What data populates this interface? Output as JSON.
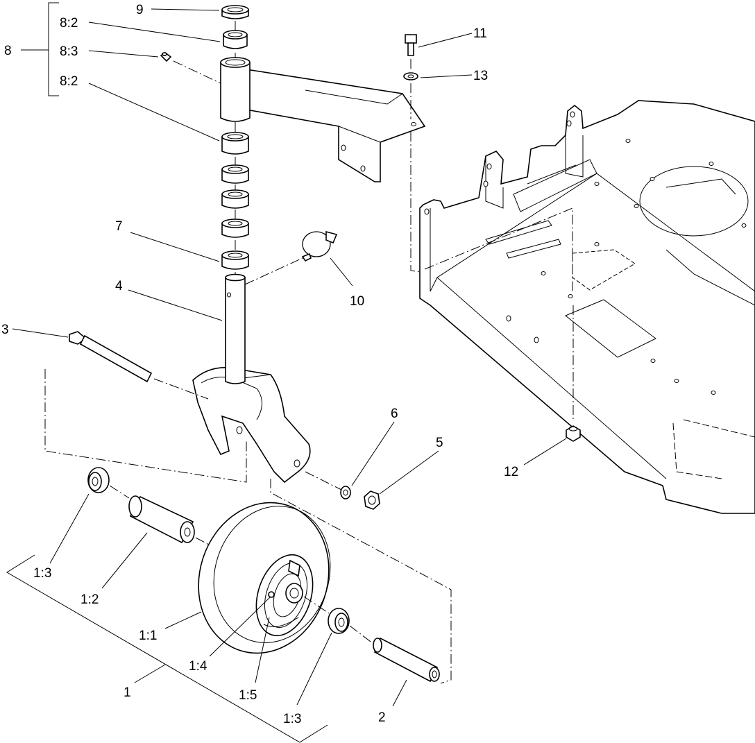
{
  "callouts": {
    "c9": "9",
    "c8": "8",
    "c8_2a": "8:2",
    "c8_3": "8:3",
    "c8_2b": "8:2",
    "c11": "11",
    "c13": "13",
    "c7": "7",
    "c10": "10",
    "c4": "4",
    "c3": "3",
    "c6": "6",
    "c5": "5",
    "c12": "12",
    "c1_3a": "1:3",
    "c1_2": "1:2",
    "c1_1": "1:1",
    "c1_4": "1:4",
    "c1_5": "1:5",
    "c1": "1",
    "c1_3b": "1:3",
    "c2": "2"
  }
}
